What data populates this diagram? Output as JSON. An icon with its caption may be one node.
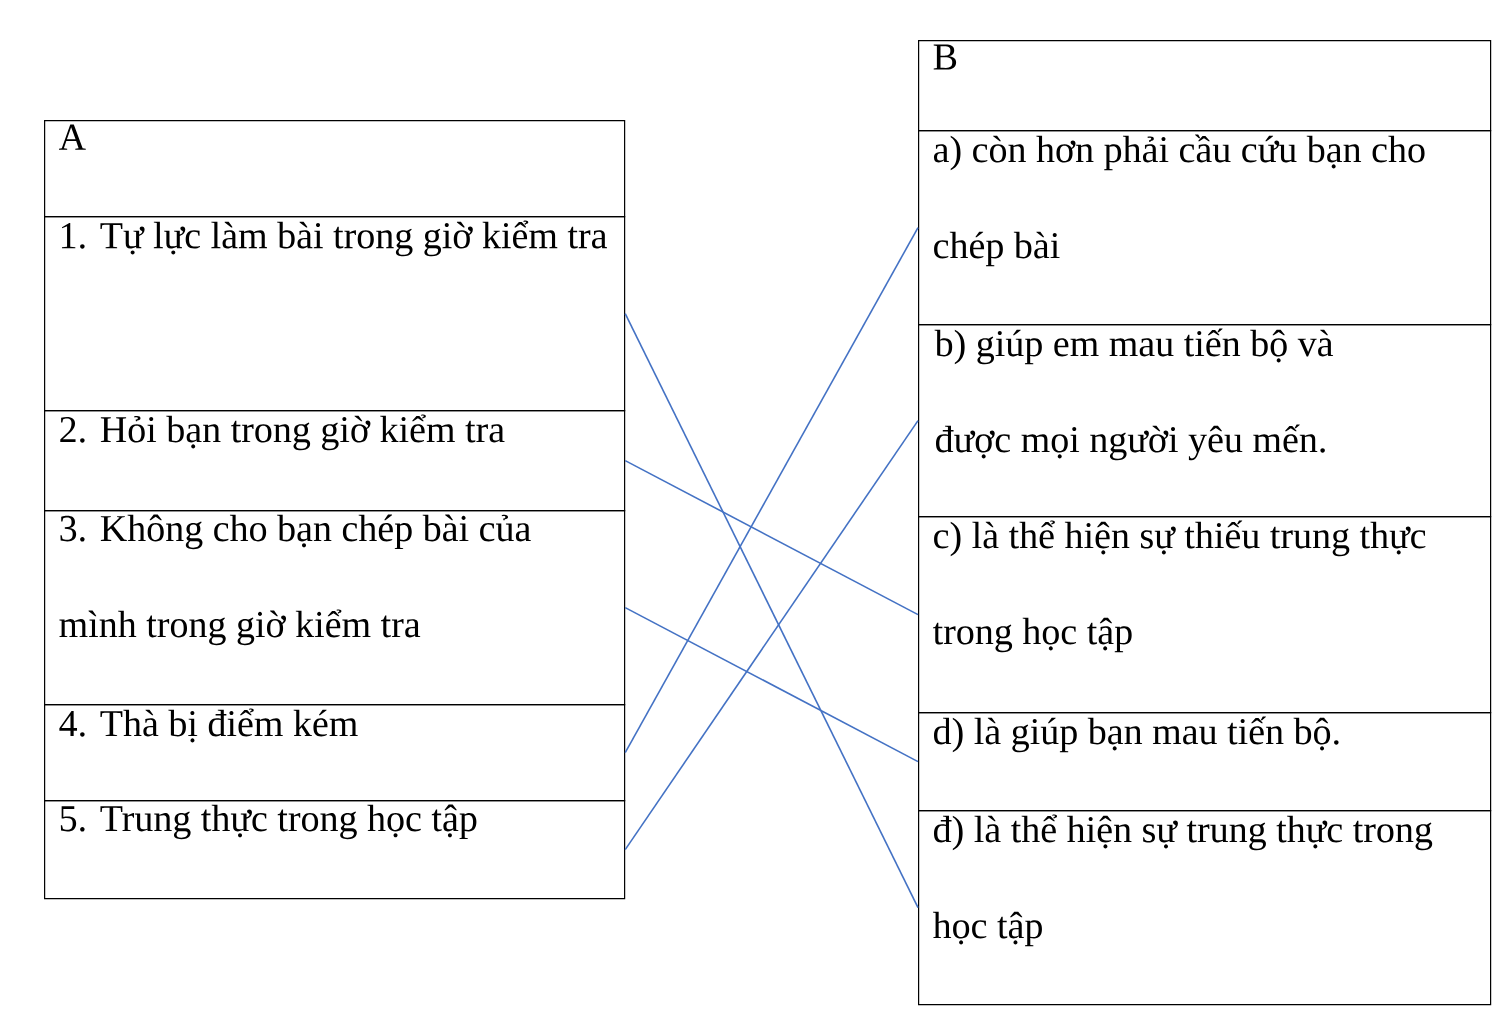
{
  "diagram": {
    "nodes": [
      {
        "text": [
          "A"
        ]
      },
      {
        "text": [
          "1. Tự lực làm bài trong giờ kiểm tra"
        ]
      },
      {
        "text": [
          "2. Hỏi bạn trong giờ kiểm tra"
        ]
      },
      {
        "text": [
          "3. Không cho bạn chép bài của mình trong giờ kiểm tra"
        ]
      },
      {
        "text": [
          "4. Thà bị điểm kém"
        ]
      },
      {
        "text": [
          "5. Trung thực trong học tập"
        ]
      },
      {
        "text": [
          "B"
        ]
      },
      {
        "text": [
          "a) còn hơn phải cầu cứu bạn cho chép bài"
        ]
      },
      {
        "text": [
          "b) giúp em mau tiến bộ và được mọi người yêu mến."
        ]
      },
      {
        "text": [
          "c) là thể hiện sự thiếu trung thực trong học tập"
        ]
      },
      {
        "text": [
          "d) là giúp bạn mau tiến bộ."
        ]
      },
      {
        "text": [
          "đ) là thể hiện sự trung thực trong học tập"
        ]
      }
    ],
    "edges": [
      {
        "from": 1,
        "to": 11,
        "arrow": "none"
      },
      {
        "from": 2,
        "to": 9,
        "arrow": "none"
      },
      {
        "from": 3,
        "to": 10,
        "arrow": "none"
      },
      {
        "from": 4,
        "to": 7,
        "arrow": "none"
      },
      {
        "from": 5,
        "to": 8,
        "arrow": "none"
      }
    ]
  }
}
